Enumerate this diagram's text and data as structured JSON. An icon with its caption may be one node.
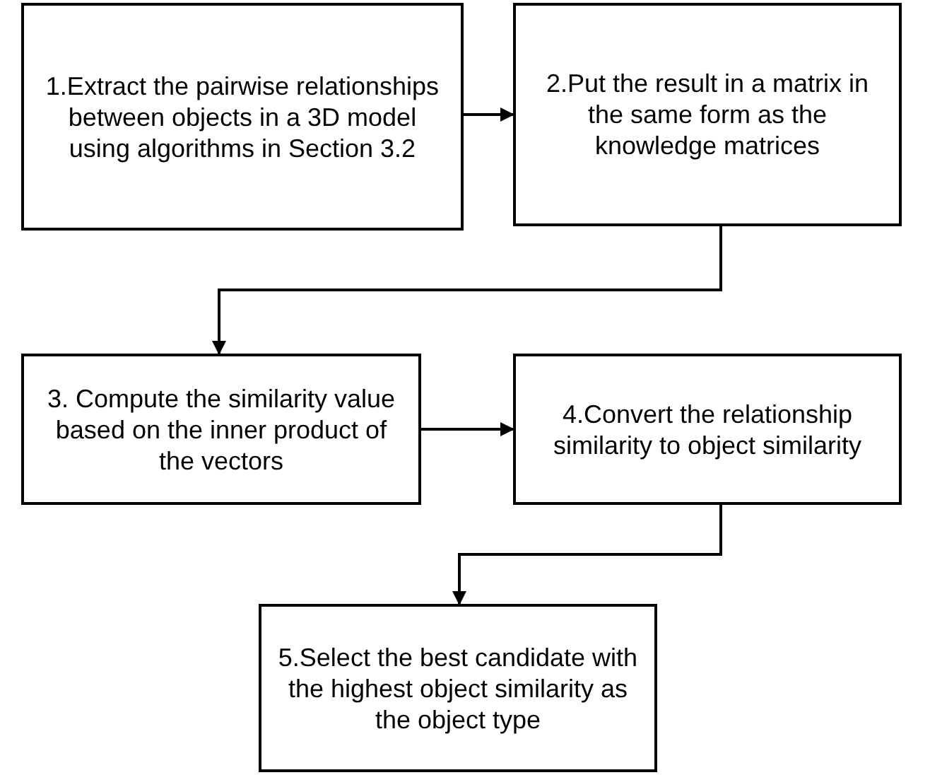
{
  "diagram": {
    "nodes": [
      {
        "text": [
          "1.Extract the pairwise relationships between objects in a 3D model using algorithms in Section 3.2"
        ]
      },
      {
        "text": [
          "2.Put the result in a matrix in the same form as the knowledge matrices"
        ]
      },
      {
        "text": [
          "3. Compute the similarity value based on the inner product of the vectors"
        ]
      },
      {
        "text": [
          "4.Convert the relationship similarity to object similarity"
        ]
      },
      {
        "text": [
          "5.Select the best candidate with the highest object similarity as the object type"
        ]
      }
    ],
    "edges": [
      {
        "from": 0,
        "to": 1,
        "arrow": "to"
      },
      {
        "from": 1,
        "to": 2,
        "arrow": "to"
      },
      {
        "from": 2,
        "to": 3,
        "arrow": "to"
      },
      {
        "from": 3,
        "to": 4,
        "arrow": "to"
      }
    ]
  }
}
